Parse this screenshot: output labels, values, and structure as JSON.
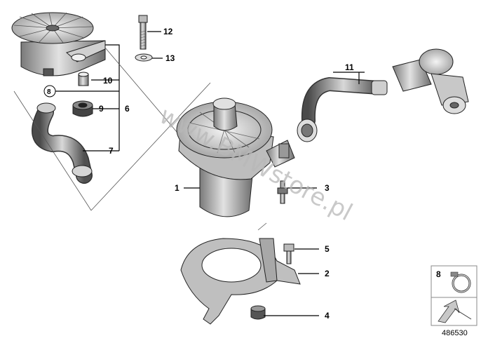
{
  "diagram": {
    "diagram_number": "486530",
    "watermark": "www.BMWstore.pl",
    "callouts": [
      {
        "id": "c1",
        "label": "1"
      },
      {
        "id": "c2",
        "label": "2"
      },
      {
        "id": "c3",
        "label": "3"
      },
      {
        "id": "c4",
        "label": "4"
      },
      {
        "id": "c5",
        "label": "5"
      },
      {
        "id": "c6",
        "label": "6"
      },
      {
        "id": "c7",
        "label": "7"
      },
      {
        "id": "c8",
        "label": "8"
      },
      {
        "id": "c9",
        "label": "9"
      },
      {
        "id": "c10",
        "label": "10"
      },
      {
        "id": "c11",
        "label": "11"
      },
      {
        "id": "c12",
        "label": "12"
      },
      {
        "id": "c13",
        "label": "13"
      }
    ],
    "legend": {
      "label": "8"
    }
  }
}
